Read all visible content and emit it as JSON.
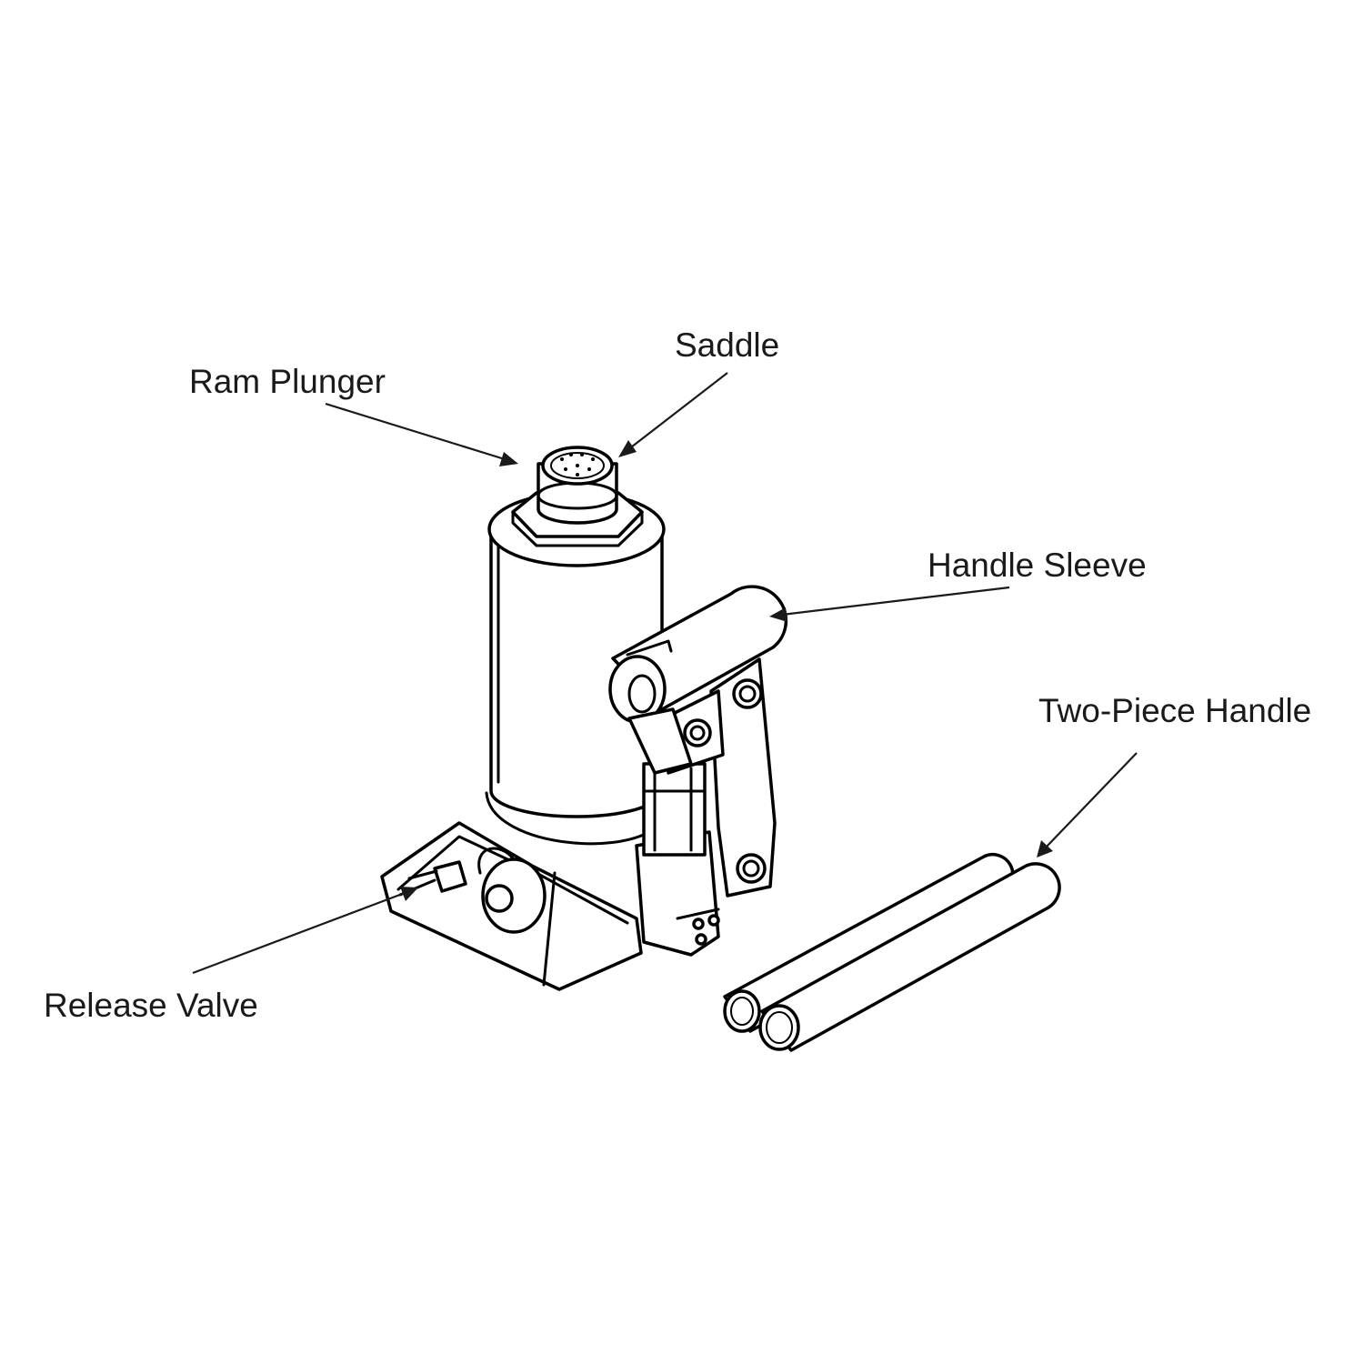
{
  "labels": {
    "saddle": "Saddle",
    "ram_plunger": "Ram Plunger",
    "handle_sleeve": "Handle Sleeve",
    "two_piece_handle": "Two-Piece Handle",
    "release_valve": "Release Valve"
  },
  "colors": {
    "ink": "#000000",
    "text": "#1a1a1a",
    "background": "#ffffff"
  }
}
